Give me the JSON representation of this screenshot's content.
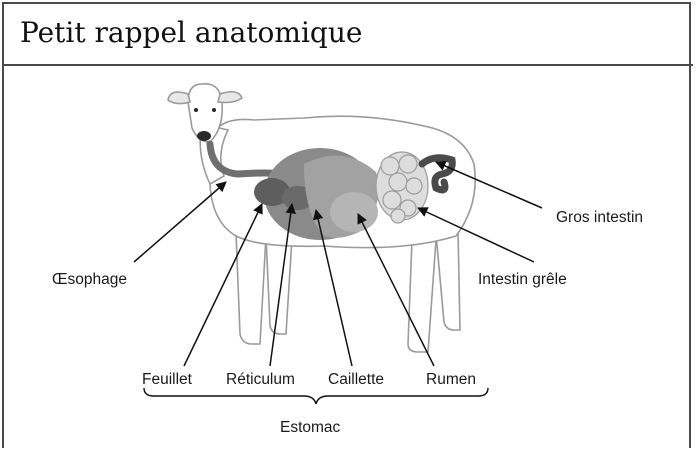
{
  "title": "Petit rappel anatomique",
  "labels": {
    "oesophage": "Œsophage",
    "feuillet": "Feuillet",
    "reticulum": "Réticulum",
    "caillette": "Caillette",
    "rumen": "Rumen",
    "estomac": "Estomac",
    "gros_intestin": "Gros intestin",
    "intestin_grele": "Intestin grêle"
  }
}
